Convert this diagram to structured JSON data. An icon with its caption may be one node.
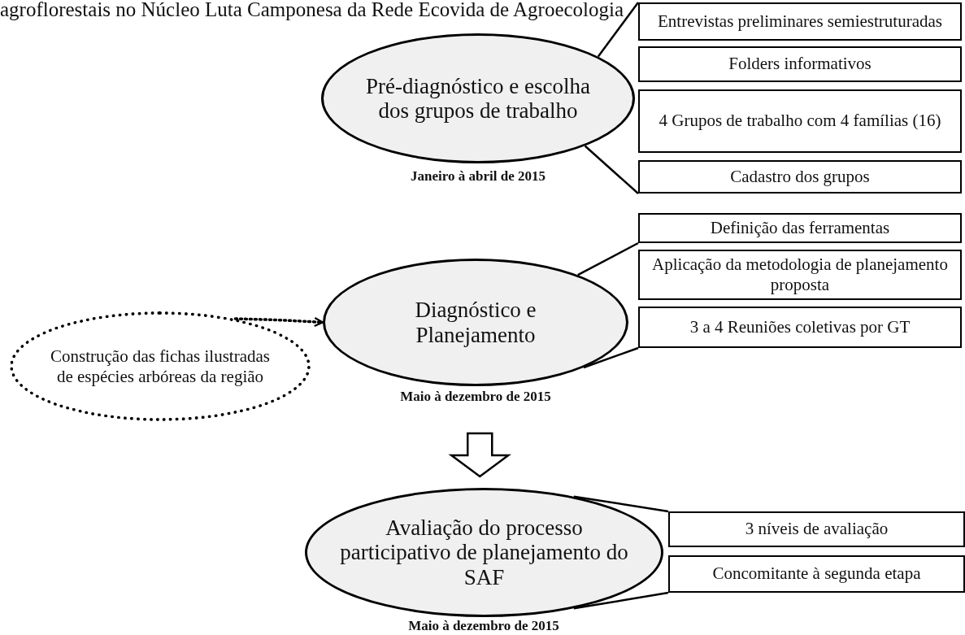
{
  "diagram": {
    "title": "agroflorestais no Núcleo Luta Camponesa da Rede Ecovida de Agroecologia",
    "nodes": [
      {
        "text": [
          "Pré-diagnóstico e escolha dos grupos de trabalho"
        ],
        "beside": [
          "Janeiro à abril de 2015"
        ]
      },
      {
        "text": [
          "Entrevistas preliminares semiestruturadas"
        ]
      },
      {
        "text": [
          "Folders informativos"
        ]
      },
      {
        "text": [
          "4 Grupos de trabalho com 4 famílias (16)"
        ]
      },
      {
        "text": [
          "Cadastro dos grupos"
        ]
      },
      {
        "text": [
          "Construção das fichas ilustradas de espécies arbóreas da região"
        ]
      },
      {
        "text": [
          "Diagnóstico e Planejamento"
        ],
        "beside": [
          "Maio à dezembro de 2015"
        ]
      },
      {
        "text": [
          "Definição das ferramentas"
        ]
      },
      {
        "text": [
          "Aplicação da metodologia de planejamento proposta"
        ]
      },
      {
        "text": [
          "3 a 4 Reuniões coletivas por GT"
        ]
      },
      {
        "text": [
          "Avaliação do processo participativo de planejamento do SAF"
        ],
        "beside": [
          "Maio à dezembro de 2015"
        ]
      },
      {
        "text": [
          "3 níveis de avaliação"
        ]
      },
      {
        "text": [
          "Concomitante à segunda etapa"
        ]
      }
    ],
    "edges": [
      {
        "from": 0,
        "to": 1,
        "arrow": "none"
      },
      {
        "from": 0,
        "to": 4,
        "arrow": "none"
      },
      {
        "from": 6,
        "to": 7,
        "arrow": "none"
      },
      {
        "from": 6,
        "to": 9,
        "arrow": "none"
      },
      {
        "from": 10,
        "to": 11,
        "arrow": "none"
      },
      {
        "from": 10,
        "to": 12,
        "arrow": "none"
      },
      {
        "from": 5,
        "to": 6,
        "arrow": "to",
        "style": "dashed"
      },
      {
        "from": 6,
        "to": 10,
        "arrow": "to",
        "style": "thick"
      }
    ]
  }
}
